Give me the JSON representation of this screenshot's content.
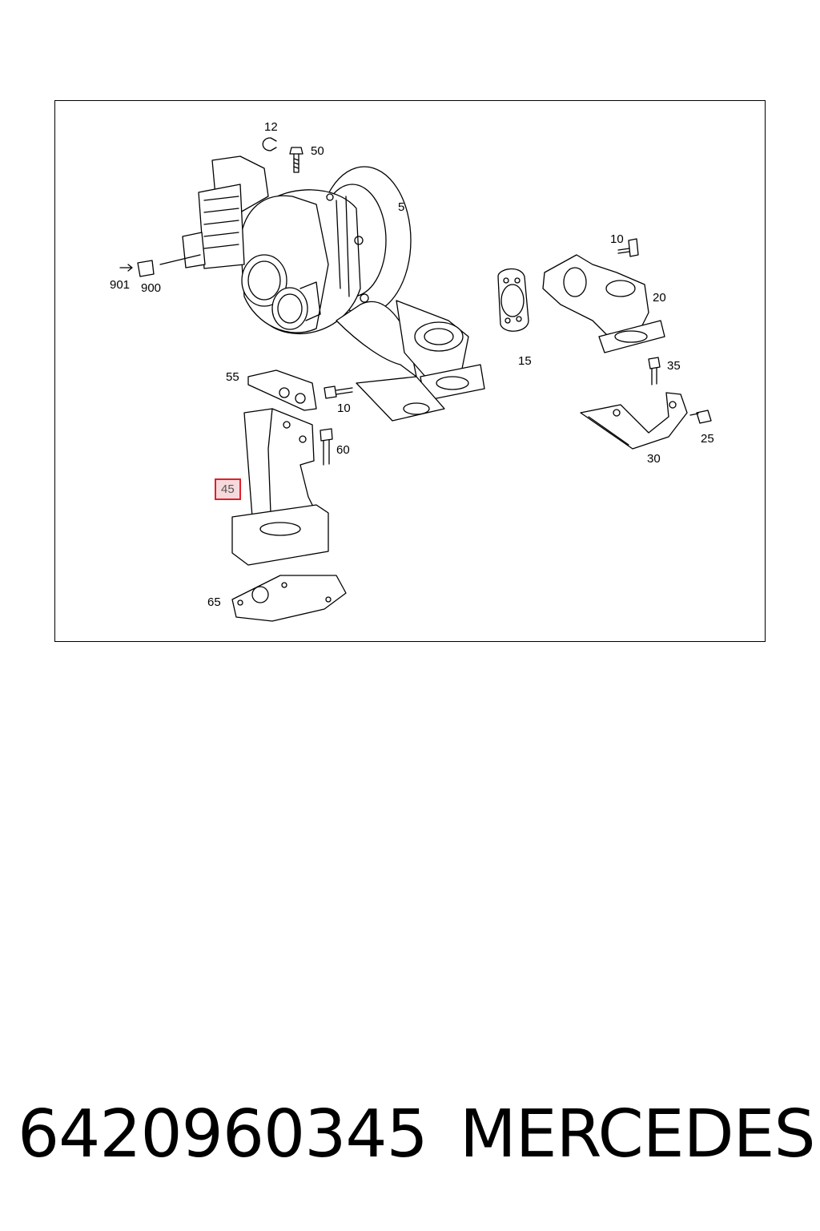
{
  "diagram": {
    "callouts": {
      "c12": "12",
      "c50": "50",
      "c5": "5",
      "c10a": "10",
      "c901": "901",
      "c900": "900",
      "c20": "20",
      "c15": "15",
      "c35": "35",
      "c55": "55",
      "c10b": "10",
      "c60": "60",
      "c25": "25",
      "c30": "30",
      "c45": "45",
      "c65": "65"
    },
    "highlighted_callout": "45",
    "highlight_color": "#e0202a"
  },
  "footer": {
    "part_number": "6420960345",
    "brand": "MERCEDES"
  }
}
